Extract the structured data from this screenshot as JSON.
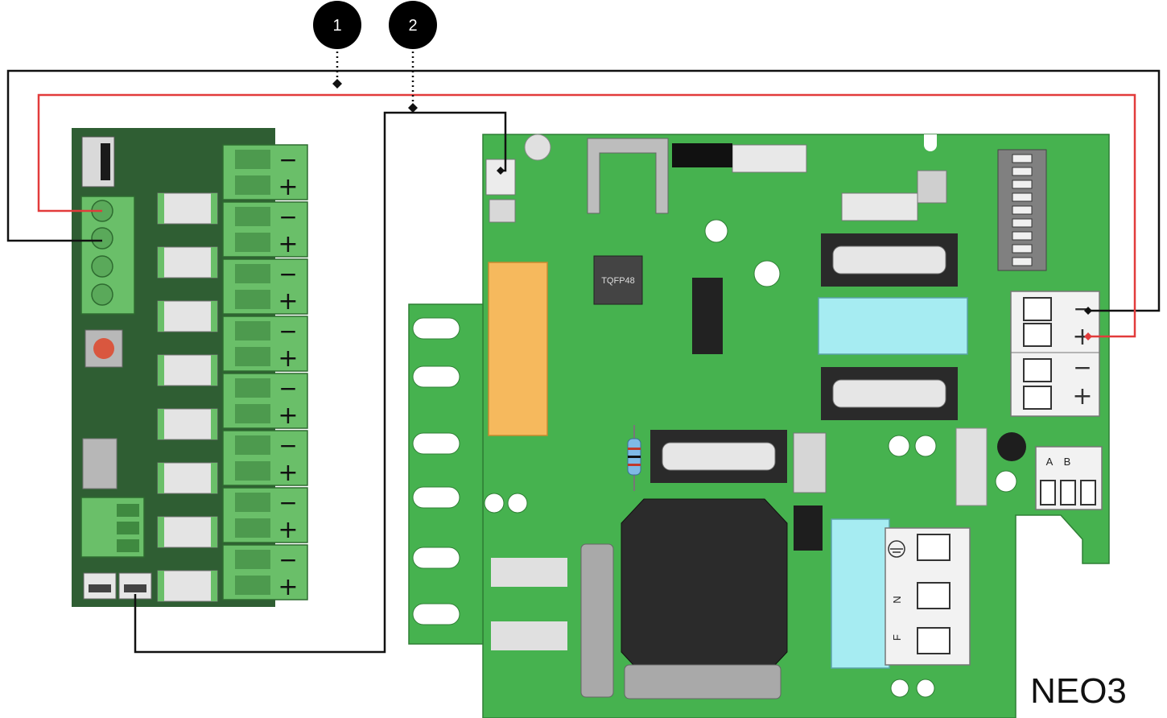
{
  "callouts": [
    {
      "number": "1"
    },
    {
      "number": "2"
    }
  ],
  "board_label": "NEO3",
  "chip_label": "TQFP48",
  "terminal_signs": {
    "minus": "−",
    "plus": "+"
  },
  "terminal_ab": {
    "a": "A",
    "b": "B"
  },
  "mains_labels": {
    "n": "N",
    "f": "F"
  },
  "colors": {
    "wire_black": "#111111",
    "wire_red": "#e23b3b",
    "callout_fill": "#000000",
    "pcb_main": "#46b24f",
    "pcb_module": "#2f5e33",
    "connector_green": "#6abf69",
    "relay_orange": "#f6b95d",
    "light_blue": "#a6ecf2"
  }
}
